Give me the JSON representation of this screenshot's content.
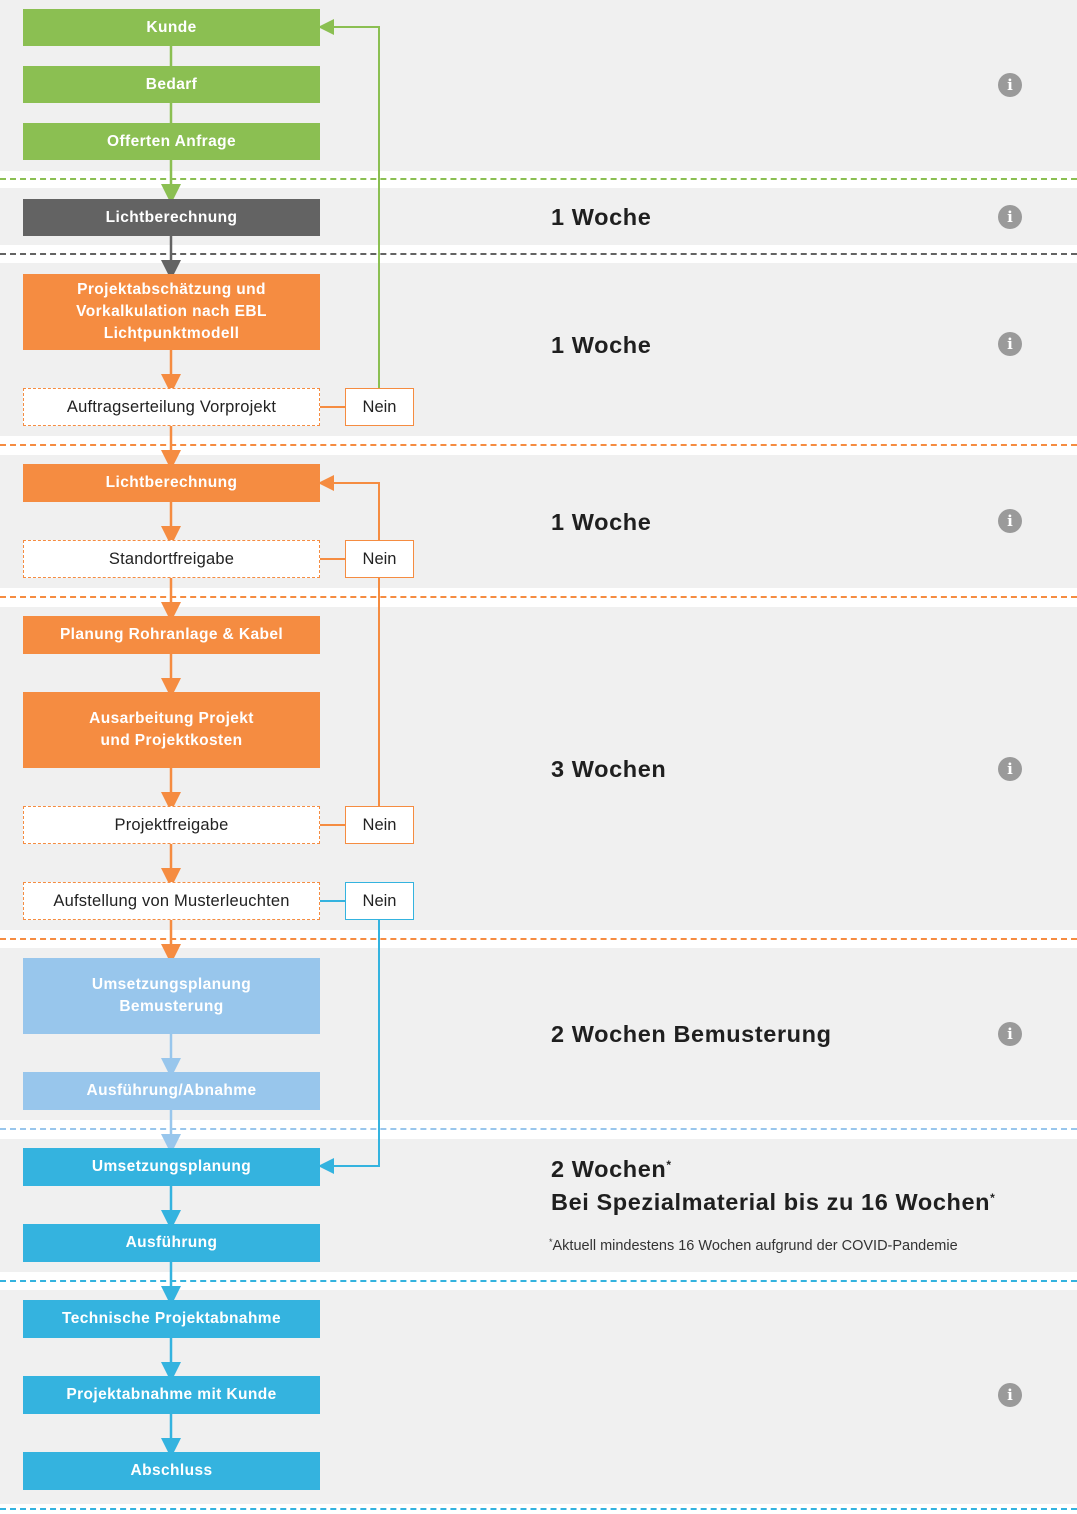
{
  "colors": {
    "green": "#8bbf52",
    "gray": "#636363",
    "orange": "#f58c41",
    "light_blue": "#98c6ec",
    "blue": "#34b3df",
    "band_background": "#f0f0f0",
    "info_icon": "#9a9a9a"
  },
  "steps": {
    "kunde": "Kunde",
    "bedarf": "Bedarf",
    "offerten": "Offerten Anfrage",
    "lichtberechnung_1": "Lichtberechnung",
    "projektabschaetzung": "Projektabschätzung und Vorkalkulation nach EBL Lichtpunktmodell",
    "auftragserteilung": "Auftragserteilung Vorprojekt",
    "lichtberechnung_2": "Lichtberechnung",
    "standortfreigabe": "Standortfreigabe",
    "planung_rohranlage": "Planung Rohranlage & Kabel",
    "ausarbeitung": "Ausarbeitung Projekt und Projektkosten",
    "projektfreigabe": "Projektfreigabe",
    "musterleuchten": "Aufstellung von Musterleuchten",
    "umsetzungsplanung_bemusterung": "Umsetzungsplanung Bemusterung",
    "ausfuehrung_abnahme": "Ausführung/Abnahme",
    "umsetzungsplanung": "Umsetzungsplanung",
    "ausfuehrung": "Ausführung",
    "technische_abnahme": "Technische Projektabnahme",
    "abnahme_kunde": "Projektabnahme mit Kunde",
    "abschluss": "Abschluss"
  },
  "decision_no_label": "Nein",
  "durations": {
    "phase_lichtberechnung": "1 Woche",
    "phase_vorprojekt": "1 Woche",
    "phase_standort": "1 Woche",
    "phase_projekt": "3 Wochen",
    "phase_bemusterung": "2 Wochen Bemusterung",
    "phase_umsetzung_line1": "2 Wochen",
    "phase_umsetzung_line2": "Bei Spezialmaterial bis zu 16 Wochen",
    "asterisk": "*"
  },
  "footnote": "Aktuell mindestens 16 Wochen aufgrund der COVID-Pandemie",
  "info_icon_name": "info-icon",
  "info_glyph": "i"
}
